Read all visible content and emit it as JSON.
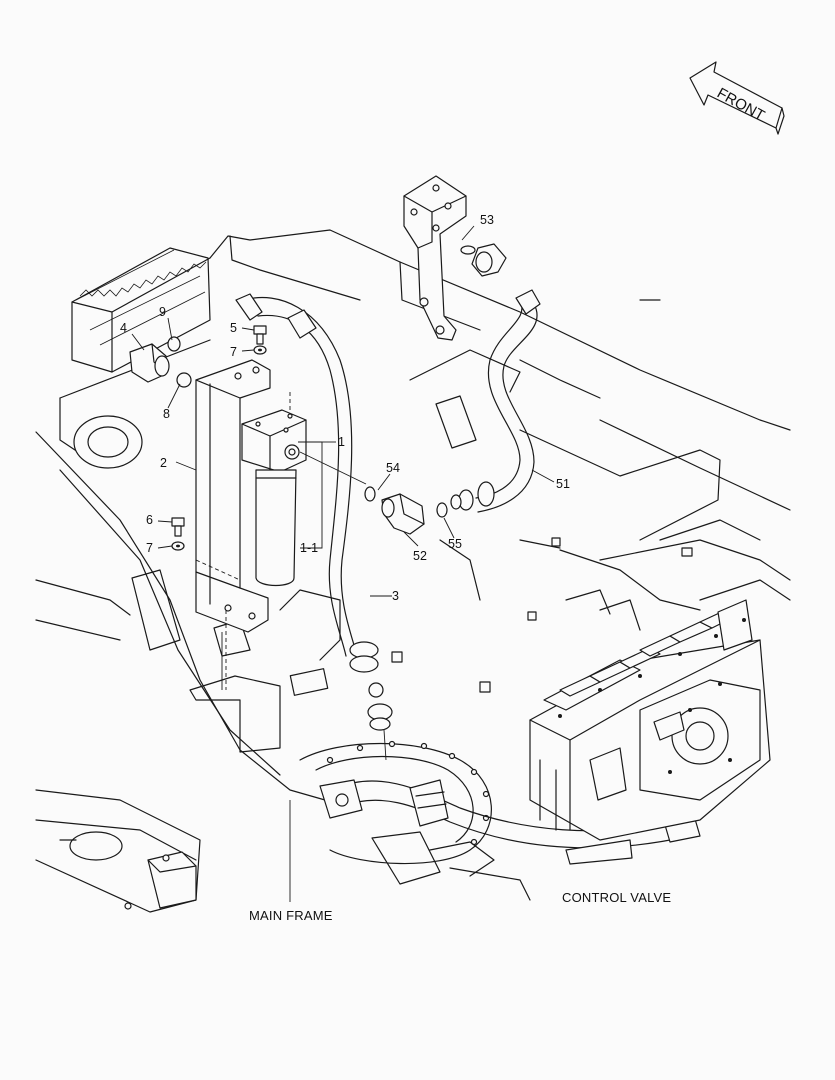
{
  "callouts": {
    "c1": "1",
    "c1_1": "1-1",
    "c2": "2",
    "c3": "3",
    "c4": "4",
    "c5": "5",
    "c6": "6",
    "c7a": "7",
    "c7b": "7",
    "c8": "8",
    "c9": "9",
    "c51": "51",
    "c52": "52",
    "c53": "53",
    "c54": "54",
    "c55": "55"
  },
  "captions": {
    "front": "FRONT",
    "main_frame": "MAIN FRAME",
    "control_valve": "CONTROL VALVE"
  }
}
